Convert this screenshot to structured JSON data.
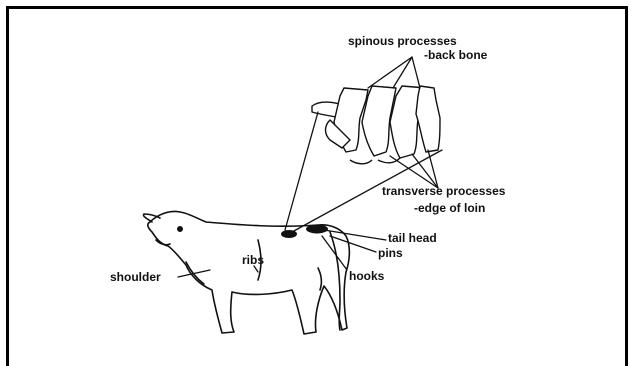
{
  "labels": {
    "spinous": "spinous processes",
    "back_bone": "-back bone",
    "transverse": "transverse processes",
    "edge_of_loin": "-edge of loin",
    "tail_head": "tail head",
    "pins": "pins",
    "hooks": "hooks",
    "ribs": "ribs",
    "shoulder": "shoulder"
  },
  "colors": {
    "ink": "#111111",
    "background": "#ffffff"
  }
}
